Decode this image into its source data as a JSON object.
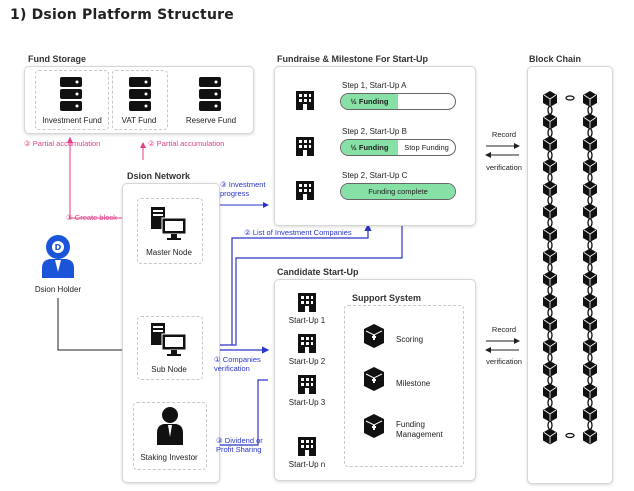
{
  "title": "1)  Dsion  Platform  Structure",
  "fund_storage": {
    "title": "Fund Storage",
    "items": [
      {
        "label": "Investment Fund"
      },
      {
        "label": "VAT Fund"
      },
      {
        "label": "Reserve Fund"
      }
    ]
  },
  "fundraise": {
    "title": "Fundraise & Milestone For Start-Up",
    "steps": [
      {
        "label": "Step 1, Start-Up A",
        "bar": "½  Funding",
        "progress": 0.5
      },
      {
        "label": "Step 2, Start-Up B",
        "bar": "½  Funding",
        "bar2": "Stop Funding",
        "progress": 0.5
      },
      {
        "label": "Step 2, Start-Up C",
        "bar": "Funding complete",
        "progress": 1.0
      }
    ]
  },
  "blockchain": {
    "title": "Block Chain"
  },
  "network": {
    "title": "Dsion Network",
    "master_node": "Master Node",
    "sub_node": "Sub Node",
    "staking_investor": "Staking Investor"
  },
  "holder": {
    "label": "Dsion Holder"
  },
  "candidate": {
    "title": "Candidate Start-Up",
    "startups": [
      "Start-Up 1",
      "Start-Up 2",
      "Start-Up 3",
      "Start-Up n"
    ],
    "support": {
      "title": "Support System",
      "items": [
        "Scoring",
        "Milestone",
        "Funding\nManagement"
      ]
    }
  },
  "annotations": {
    "partial1": "② Partial accumulation",
    "partial2": "② Partial accumulation",
    "create_block": "① Create block",
    "investment_progress": "③ Investment\nprogress",
    "list_companies": "② List of Investment Companies",
    "companies_verification": "① Companies\nverification",
    "dividend": "③ Dividend or\nProfit Sharing",
    "record1": "Record",
    "verification1": "verification",
    "record2": "Record",
    "verification2": "verification"
  },
  "colors": {
    "pink": "#e03d8a",
    "blue": "#2a36c8",
    "progress_fill": "#87e0a6"
  }
}
